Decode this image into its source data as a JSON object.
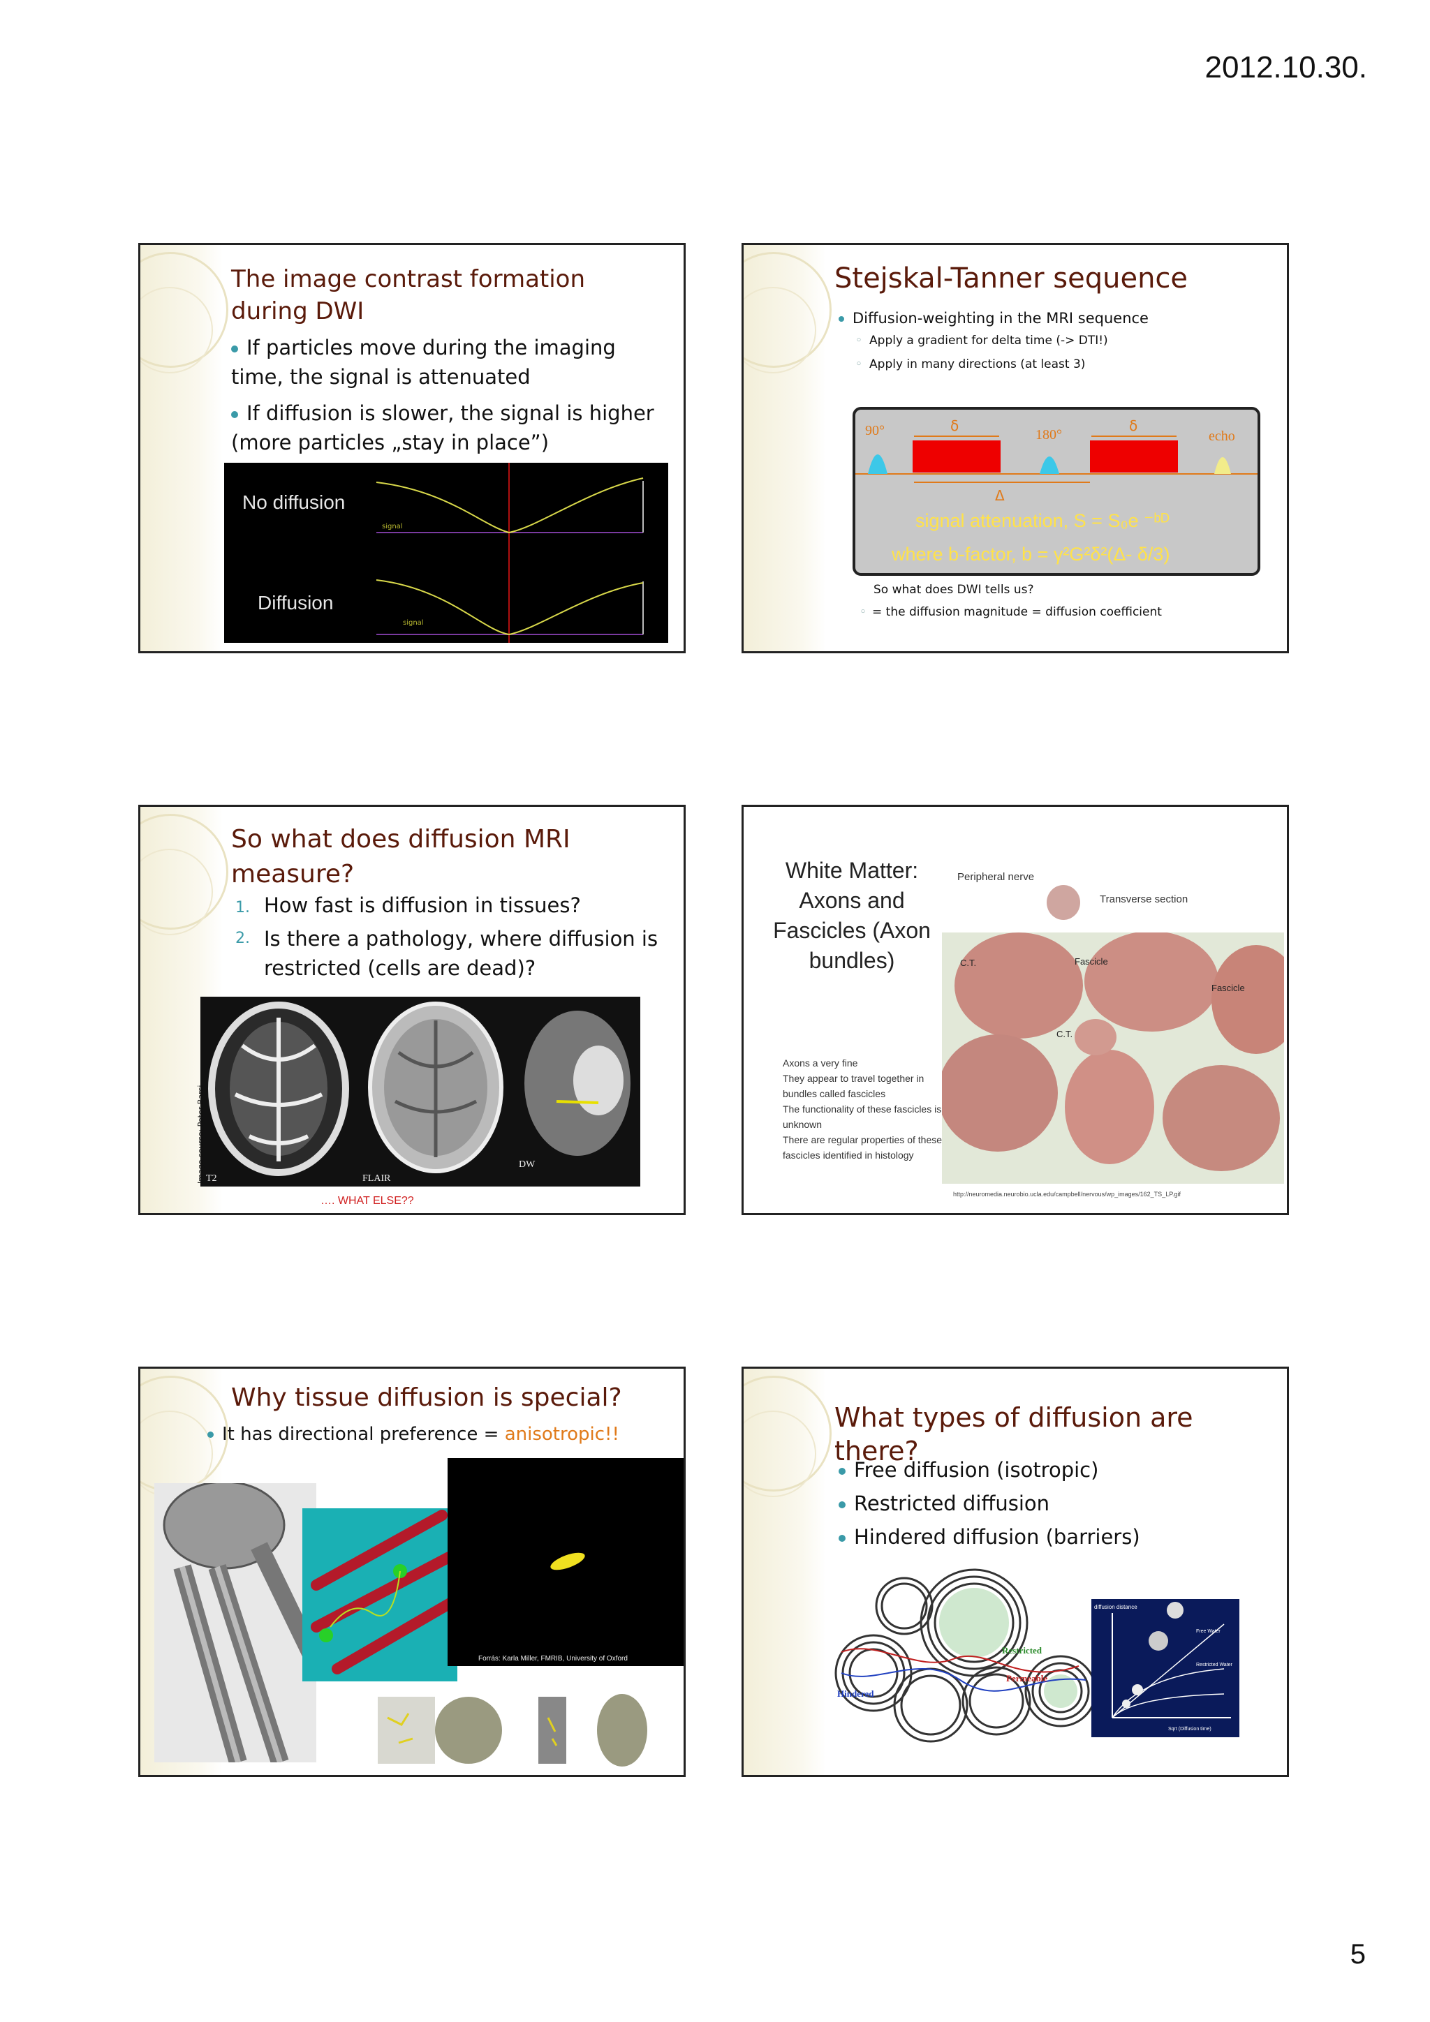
{
  "header": {
    "date": "2012.10.30."
  },
  "footer": {
    "page_number": "5"
  },
  "slides": {
    "s1": {
      "title": "The image contrast formation during DWI",
      "bullets": [
        "If particles move during the imaging time, the signal is attenuated",
        "If diffusion is slower, the signal is higher (more particles „stay in place”)"
      ],
      "figure": {
        "label_top": "No diffusion",
        "label_bottom": "Diffusion",
        "signal_label": "signal"
      }
    },
    "s2": {
      "title": "Stejskal-Tanner sequence",
      "bullet": "Diffusion-weighting in the MRI sequence",
      "subbullets": [
        "Apply a gradient for delta time (-> DTI!)",
        "Apply in many directions (at least 3)"
      ],
      "figure": {
        "pulse90": "90°",
        "pulse180": "180°",
        "echo": "echo",
        "delta": "δ",
        "Delta": "Δ",
        "eq1": "signal attenuation, S = S₀e ⁻ᵇᴰ",
        "eq2": "where b-factor, b = γ²G²δ²(Δ- δ/3)",
        "q1": "So what does DWI tells us?",
        "q2": "= the diffusion magnitude = diffusion coefficient"
      }
    },
    "s3": {
      "title": "So what does diffusion MRI measure?",
      "items": [
        {
          "num": "1.",
          "text": "How fast is diffusion in tissues?"
        },
        {
          "num": "2.",
          "text": "Is there a pathology, where diffusion is restricted (cells are dead)?"
        }
      ],
      "image_source": "Image source: Peter Barsi",
      "labels": [
        "T2",
        "FLAIR",
        "DW"
      ],
      "caption": "…. WHAT ELSE??"
    },
    "s4": {
      "heading": "White Matter: Axons and Fascicles (Axon bundles)",
      "label_peripheral": "Peripheral nerve",
      "label_transverse": "Transverse section",
      "label_ct": "C.T.",
      "label_fascicle": "Fascicle",
      "body": "Axons a very fine\nThey appear to travel together in bundles called fascicles\nThe functionality of these fascicles is unknown\nThere are regular properties of these fascicles identified in histology",
      "url": "http://neuromedia.neurobio.ucla.edu/campbell/nervous/wp_images/162_TS_LP.gif"
    },
    "s5": {
      "title": "Why tissue diffusion is special?",
      "bullet_prefix": "It has directional preference = ",
      "bullet_highlight": "anisotropic!!",
      "credit": "Forrás: Karla Miller, FMRIB, University of Oxford"
    },
    "s6": {
      "title": "What types of diffusion are there?",
      "bullets": [
        "Free diffusion (isotropic)",
        "Restricted diffusion",
        "Hindered diffusion (barriers)"
      ],
      "fig_labels": {
        "restricted": "Restricted",
        "permeable": "Permeable",
        "hindered": "Hindered",
        "diffusion_distance": "diffusion distance",
        "free": "Free Water",
        "restricted2": "Restricted Water",
        "xaxis": "Sqrt (Diffusion time)"
      }
    }
  },
  "colors": {
    "title_brown": "#5a1a0a",
    "bullet_teal": "#3a9aa8",
    "accent_orange": "#e07a1a",
    "gradient_red": "#ee0000"
  }
}
